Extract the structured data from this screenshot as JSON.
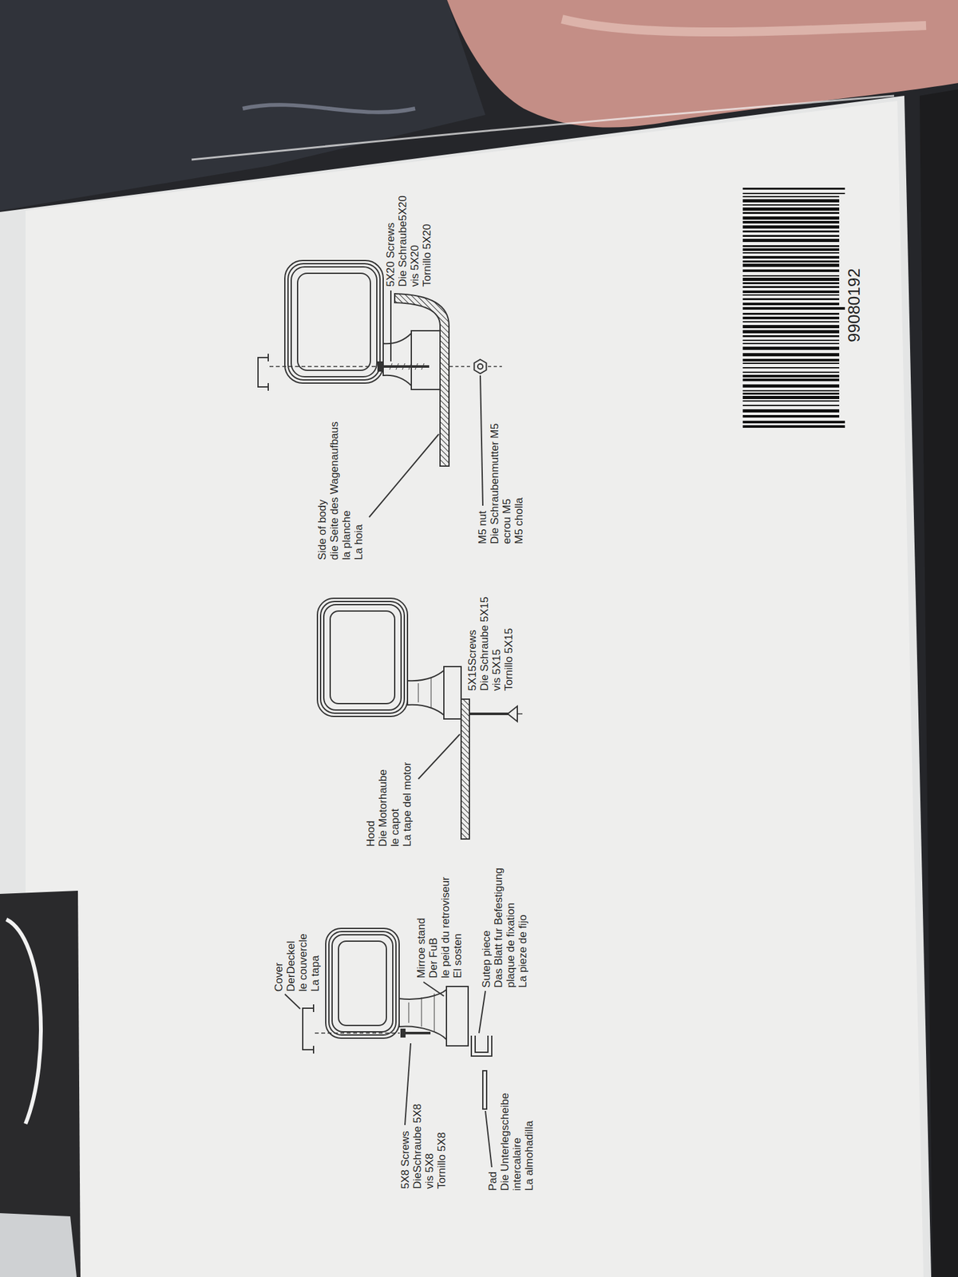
{
  "diagram": {
    "labels": [
      "5X8 Screws",
      "DieSchraube 5X8",
      "vis 5X8",
      "Tornillo 5X8",
      "Pad",
      "Die Unterlegscheibe",
      "intercalaire",
      "La almohadilla",
      "Cover",
      "DerDeckel",
      "le couvercle",
      "La tapa",
      "Mirroe stand",
      "Der FuB",
      "le peid du retroviseur",
      "El sosten",
      "Sutep piece",
      "Das Blatt fur Befestigung",
      "plaque de fixation",
      "La pieze de fijo",
      "Hood",
      "Die Motorhaube",
      "le capot",
      "La tape del motor",
      "5X15Screws",
      "Die Schraube 5X15",
      "vis 5X15",
      "Tornillo 5X15",
      "Side of body",
      "die Seite des Wagenaufbaus",
      "la planche",
      "La hoia",
      "M5 nut",
      "Die Schraubenmutter M5",
      "ecrou M5",
      "M5 cholla",
      "5X20 Screws",
      "Die Schraube5X20",
      "vis 5X20",
      "Tornillo 5X20",
      "99080192"
    ]
  }
}
